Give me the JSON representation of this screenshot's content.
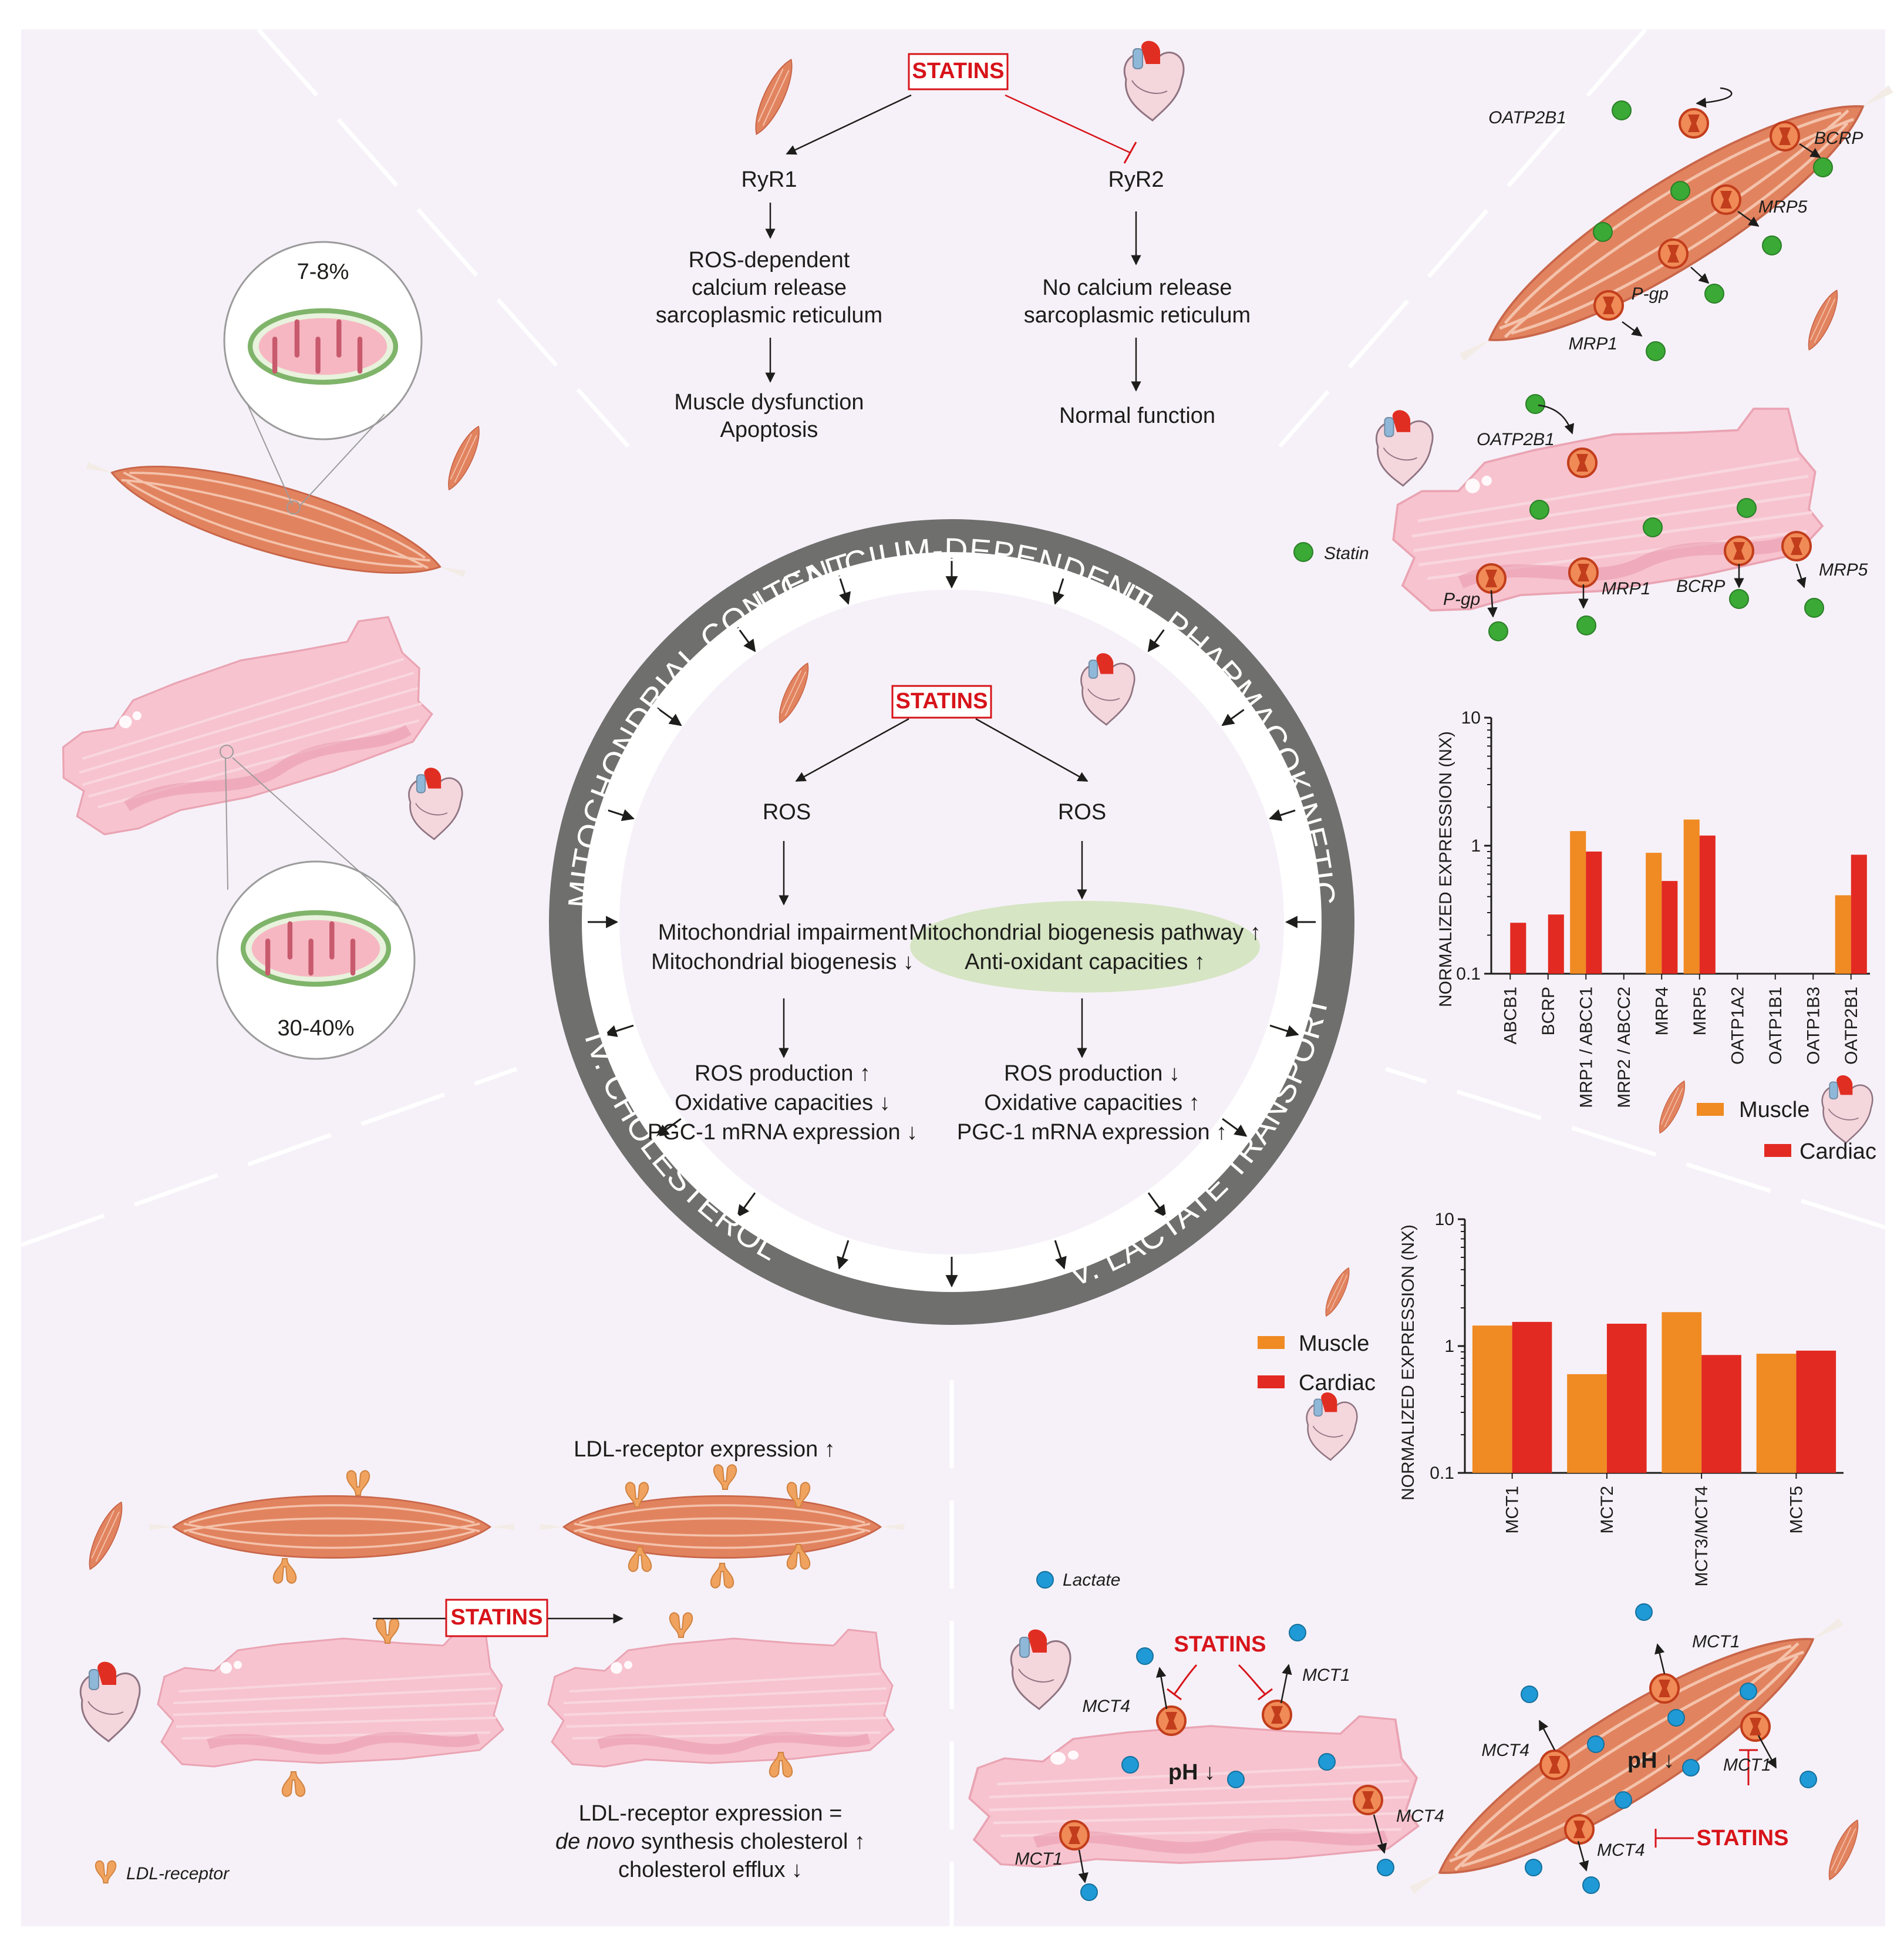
{
  "colors": {
    "background": "#f6f1f8",
    "ring": "#6f6f6e",
    "statins": "#d7141a",
    "muscle": "#f08a22",
    "cardiac": "#e22a22",
    "statin_dot": "#3aa935",
    "lactate_dot": "#1f9ad6",
    "skeletal_tissue": "#e2835f",
    "cardiac_tissue": "#f7c3cf",
    "highlight": "#d6e5c4"
  },
  "ring": {
    "calcium": "I. CALCIUM-DEPENDENT",
    "mitochondrial": "II. MITOCHONDRIAL CONTENT",
    "pharmacokinetic": "III. PHARMACOKINETIC",
    "cholesterol": "IV. CHOLESTEROL",
    "lactate": "V. LACTATE TRANSPORT"
  },
  "center": {
    "statins": "STATINS",
    "left": {
      "ros": "ROS",
      "impair1": "Mitochondrial impairment",
      "impair2": "Mitochondrial biogenesis ↓",
      "out1": "ROS production ↑",
      "out2": "Oxidative capacities ↓",
      "out3": "PGC-1 mRNA expression ↓"
    },
    "right": {
      "ros": "ROS",
      "path1": "Mitochondrial biogenesis pathway ↑",
      "path2": "Anti-oxidant capacities ↑",
      "out1": "ROS production ↓",
      "out2": "Oxidative capacities ↑",
      "out3": "PGC-1 mRNA expression ↑"
    }
  },
  "calcium": {
    "statins": "STATINS",
    "left": {
      "receptor": "RyR1",
      "l1": "ROS-dependent",
      "l2": "calcium release",
      "l3": "sarcoplasmic reticulum",
      "o1": "Muscle dysfunction",
      "o2": "Apoptosis"
    },
    "right": {
      "receptor": "RyR2",
      "l1": "No calcium release",
      "l2": "sarcoplasmic reticulum",
      "o1": "Normal function"
    }
  },
  "mito": {
    "skeletal_pct": "7-8%",
    "cardiac_pct": "30-40%"
  },
  "pharmaco": {
    "muscle_labels": {
      "oatp": "OATP2B1",
      "bcrp": "BCRP",
      "mrp5": "MRP5",
      "pgp": "P-gp",
      "mrp1": "MRP1"
    },
    "cardiac_labels": {
      "oatp": "OATP2B1",
      "pgp": "P-gp",
      "mrp1": "MRP1",
      "bcrp": "BCRP",
      "mrp5": "MRP5"
    },
    "statin_legend": "Statin"
  },
  "lactate": {
    "legend": "Lactate",
    "statins_left": "STATINS",
    "statins_right": "STATINS",
    "ph_left": "pH ↓",
    "ph_right": "pH ↓",
    "cardiac_labels": {
      "mct4_top": "MCT4",
      "mct1_top": "MCT1",
      "mct4_right": "MCT4",
      "mct1_bottom": "MCT1"
    },
    "muscle_labels": {
      "mct1_top": "MCT1",
      "mct4_left": "MCT4",
      "mct1_right": "MCT1",
      "mct4_bottom": "MCT4"
    }
  },
  "cholesterol": {
    "ldl_top": "LDL-receptor expression ↑",
    "statins": "STATINS",
    "ldl_bottom1": "LDL-receptor expression =",
    "ldl_bottom2a": "de novo",
    "ldl_bottom2b": " synthesis cholesterol ↑",
    "ldl_bottom3": "cholesterol efflux ↓",
    "legend": "LDL-receptor"
  },
  "chart_data": [
    {
      "type": "bar",
      "ylabel": "NORMALIZED EXPRESSION (NX)",
      "yscale": "log",
      "ylim": [
        0.1,
        10
      ],
      "yticks": [
        "0.1",
        "1",
        "10"
      ],
      "categories": [
        "ABCB1",
        "BCRP",
        "MRP1 / ABCC1",
        "MRP2 / ABCC2",
        "MRP4",
        "MRP5",
        "OATP1A2",
        "OATP1B1",
        "OATP1B3",
        "OATP2B1"
      ],
      "series": [
        {
          "name": "Muscle",
          "values": [
            null,
            null,
            1.3,
            null,
            0.88,
            1.6,
            null,
            null,
            null,
            0.41
          ]
        },
        {
          "name": "Cardiac",
          "values": [
            0.25,
            0.29,
            0.9,
            null,
            0.53,
            1.2,
            null,
            null,
            null,
            0.85
          ]
        }
      ],
      "legend": "bottom-right"
    },
    {
      "type": "bar",
      "ylabel": "NORMALIZED EXPRESSION (NX)",
      "yscale": "log",
      "ylim": [
        0.1,
        10
      ],
      "yticks": [
        "0.1",
        "1",
        "10"
      ],
      "categories": [
        "MCT1",
        "MCT2",
        "MCT3/MCT4",
        "MCT5"
      ],
      "series": [
        {
          "name": "Muscle",
          "values": [
            1.45,
            0.6,
            1.85,
            0.87
          ]
        },
        {
          "name": "Cardiac",
          "values": [
            1.55,
            1.5,
            0.85,
            0.92
          ]
        }
      ],
      "legend": "left"
    }
  ]
}
